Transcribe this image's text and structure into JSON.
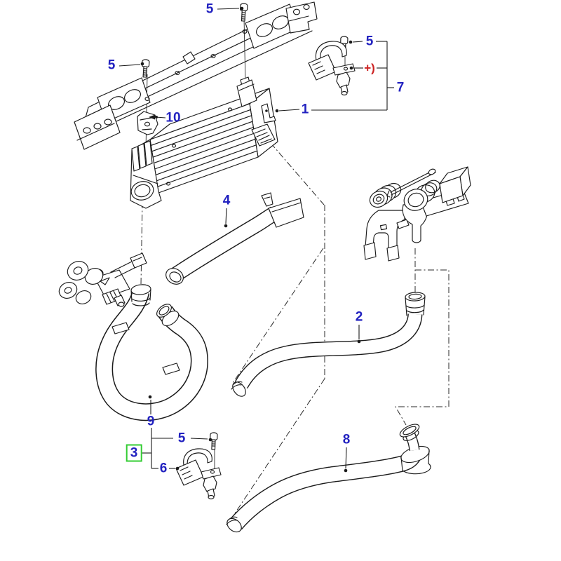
{
  "diagram": {
    "background_color": "#ffffff",
    "line_color": "#1a1a1a",
    "label_color": "#2222c0",
    "special_marker_color": "#cc2222",
    "selected_box_color": "#33cc33",
    "labels": {
      "top_bolt": "5",
      "left_bolt": "5",
      "retaining_bracket": "10",
      "intercooler": "1",
      "upper_sensor_bolt": "5",
      "special_marker": "+)",
      "upper_sensor_kit": "7",
      "upper_hose": "4",
      "right_hose": "2",
      "loop_hose": "9",
      "selected_part": "3",
      "lower_sensor_bolt": "5",
      "lower_sensor": "6",
      "bottom_hose": "8"
    }
  }
}
